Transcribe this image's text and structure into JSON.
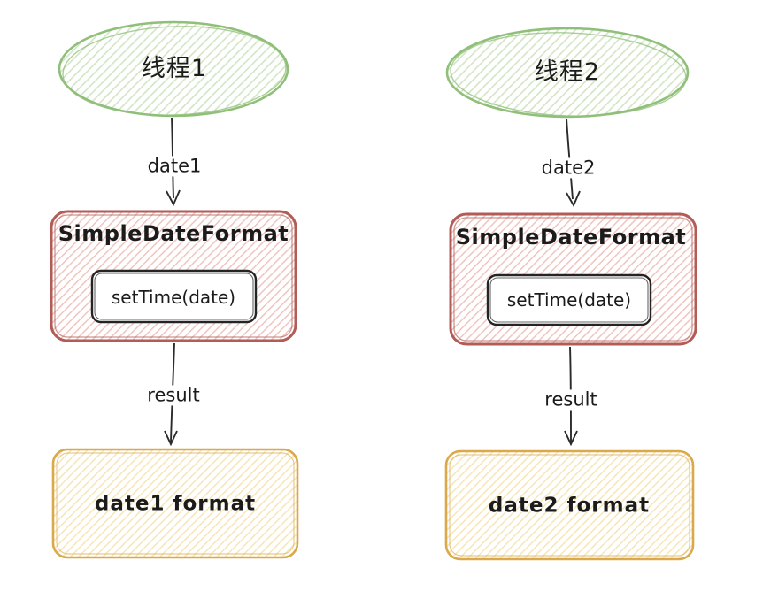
{
  "colors": {
    "green_stroke": "#8fbf78",
    "green_hatch": "#d2e5c5",
    "red_stroke": "#b25c58",
    "red_hatch": "#efc5c1",
    "yellow_stroke": "#d9a94b",
    "yellow_hatch": "#f6e4b2",
    "inner_box_stroke": "#242424",
    "arrow": "#2a2a2a",
    "text": "#1b1b1b"
  },
  "columns": [
    {
      "thread_label": "线程1",
      "input_label": "date1",
      "processor_title": "SimpleDateFormat",
      "method_label": "setTime(date)",
      "output_label": "result",
      "result_label": "date1 format"
    },
    {
      "thread_label": "线程2",
      "input_label": "date2",
      "processor_title": "SimpleDateFormat",
      "method_label": "setTime(date)",
      "output_label": "result",
      "result_label": "date2 format"
    }
  ]
}
